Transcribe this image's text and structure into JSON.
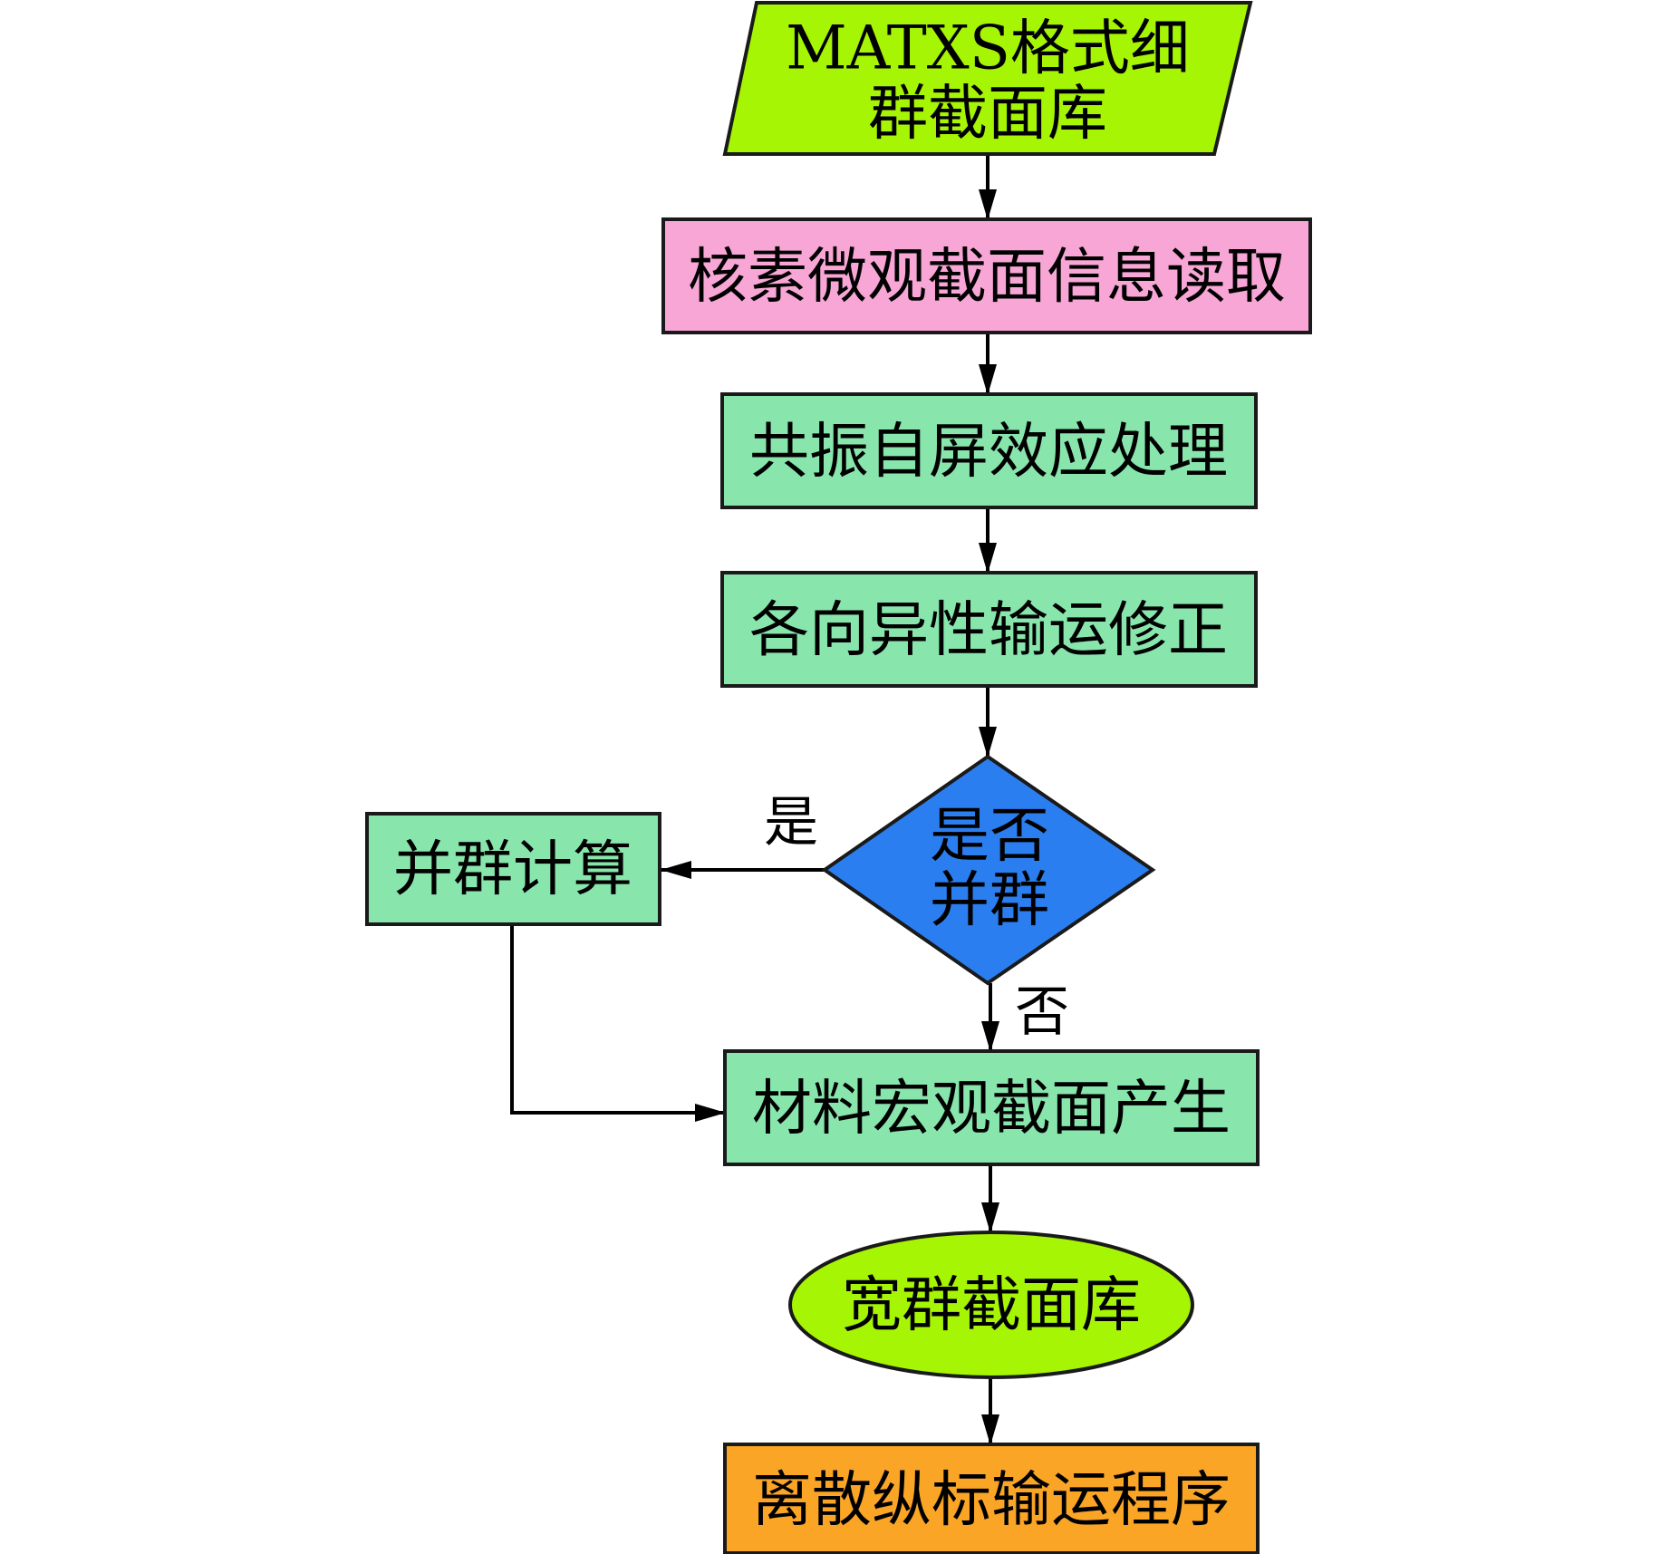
{
  "colors": {
    "input": "#a6f505",
    "read": "#f7a6d6",
    "process": "#88e6ad",
    "decision": "#2b7ef0",
    "output": "#a6f505",
    "target": "#faa526"
  },
  "nodes": {
    "matxs_library": {
      "shape": "parallelogram",
      "line1": "MATXS格式细",
      "line2": "群截面库"
    },
    "nuclide_micro_xs_read": {
      "shape": "rectangle",
      "label": "核素微观截面信息读取"
    },
    "resonance_self_shielding": {
      "shape": "rectangle",
      "label": "共振自屏效应处理"
    },
    "anisotropic_transport_correction": {
      "shape": "rectangle",
      "label": "各向异性输运修正"
    },
    "group_collapse_decision": {
      "shape": "diamond",
      "line1": "是否",
      "line2": "并群"
    },
    "group_collapse_calc": {
      "shape": "rectangle",
      "label": "并群计算"
    },
    "material_macro_xs": {
      "shape": "rectangle",
      "label": "材料宏观截面产生"
    },
    "broad_group_library": {
      "shape": "ellipse",
      "label": "宽群截面库"
    },
    "discrete_ordinates_program": {
      "shape": "rectangle",
      "label": "离散纵标输运程序"
    }
  },
  "edge_labels": {
    "yes": "是",
    "no": "否"
  }
}
